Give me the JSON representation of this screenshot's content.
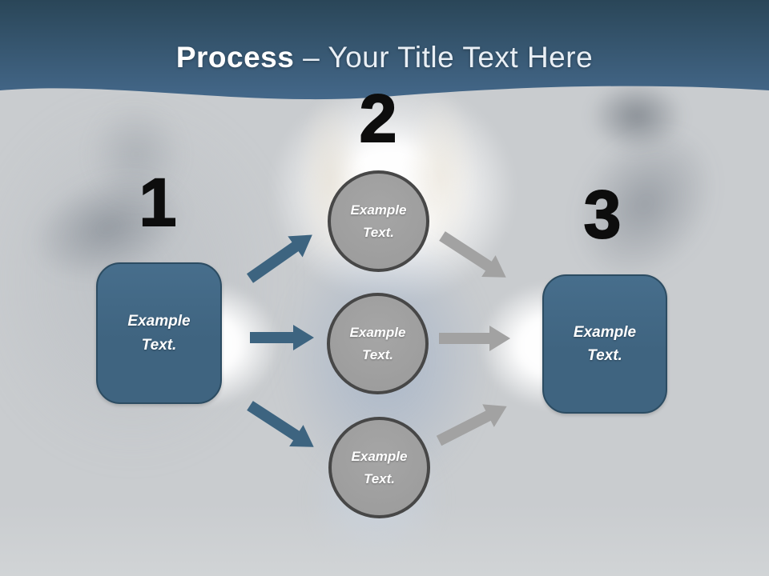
{
  "title": {
    "bold": "Process",
    "rest": "– Your Title Text Here"
  },
  "diagram": {
    "step1": {
      "number": "1",
      "box_label": "Example Text."
    },
    "step2": {
      "number": "2",
      "circles": [
        {
          "label": "Example Text."
        },
        {
          "label": "Example Text."
        },
        {
          "label": "Example Text."
        }
      ]
    },
    "step3": {
      "number": "3",
      "box_label": "Example Text."
    }
  },
  "colors": {
    "header_gradient_top": "#2a4658",
    "header_gradient_bottom": "#44688a",
    "slide_background": "#c9cccf",
    "box_fill": "#3f6480",
    "box_border": "#2c4c62",
    "circle_fill": "#9d9d9d",
    "circle_border": "#474747",
    "arrow_blue": "#3d6480",
    "arrow_gray": "#a2a2a2",
    "number_color": "#0d0d0d",
    "title_color": "#ffffff"
  }
}
